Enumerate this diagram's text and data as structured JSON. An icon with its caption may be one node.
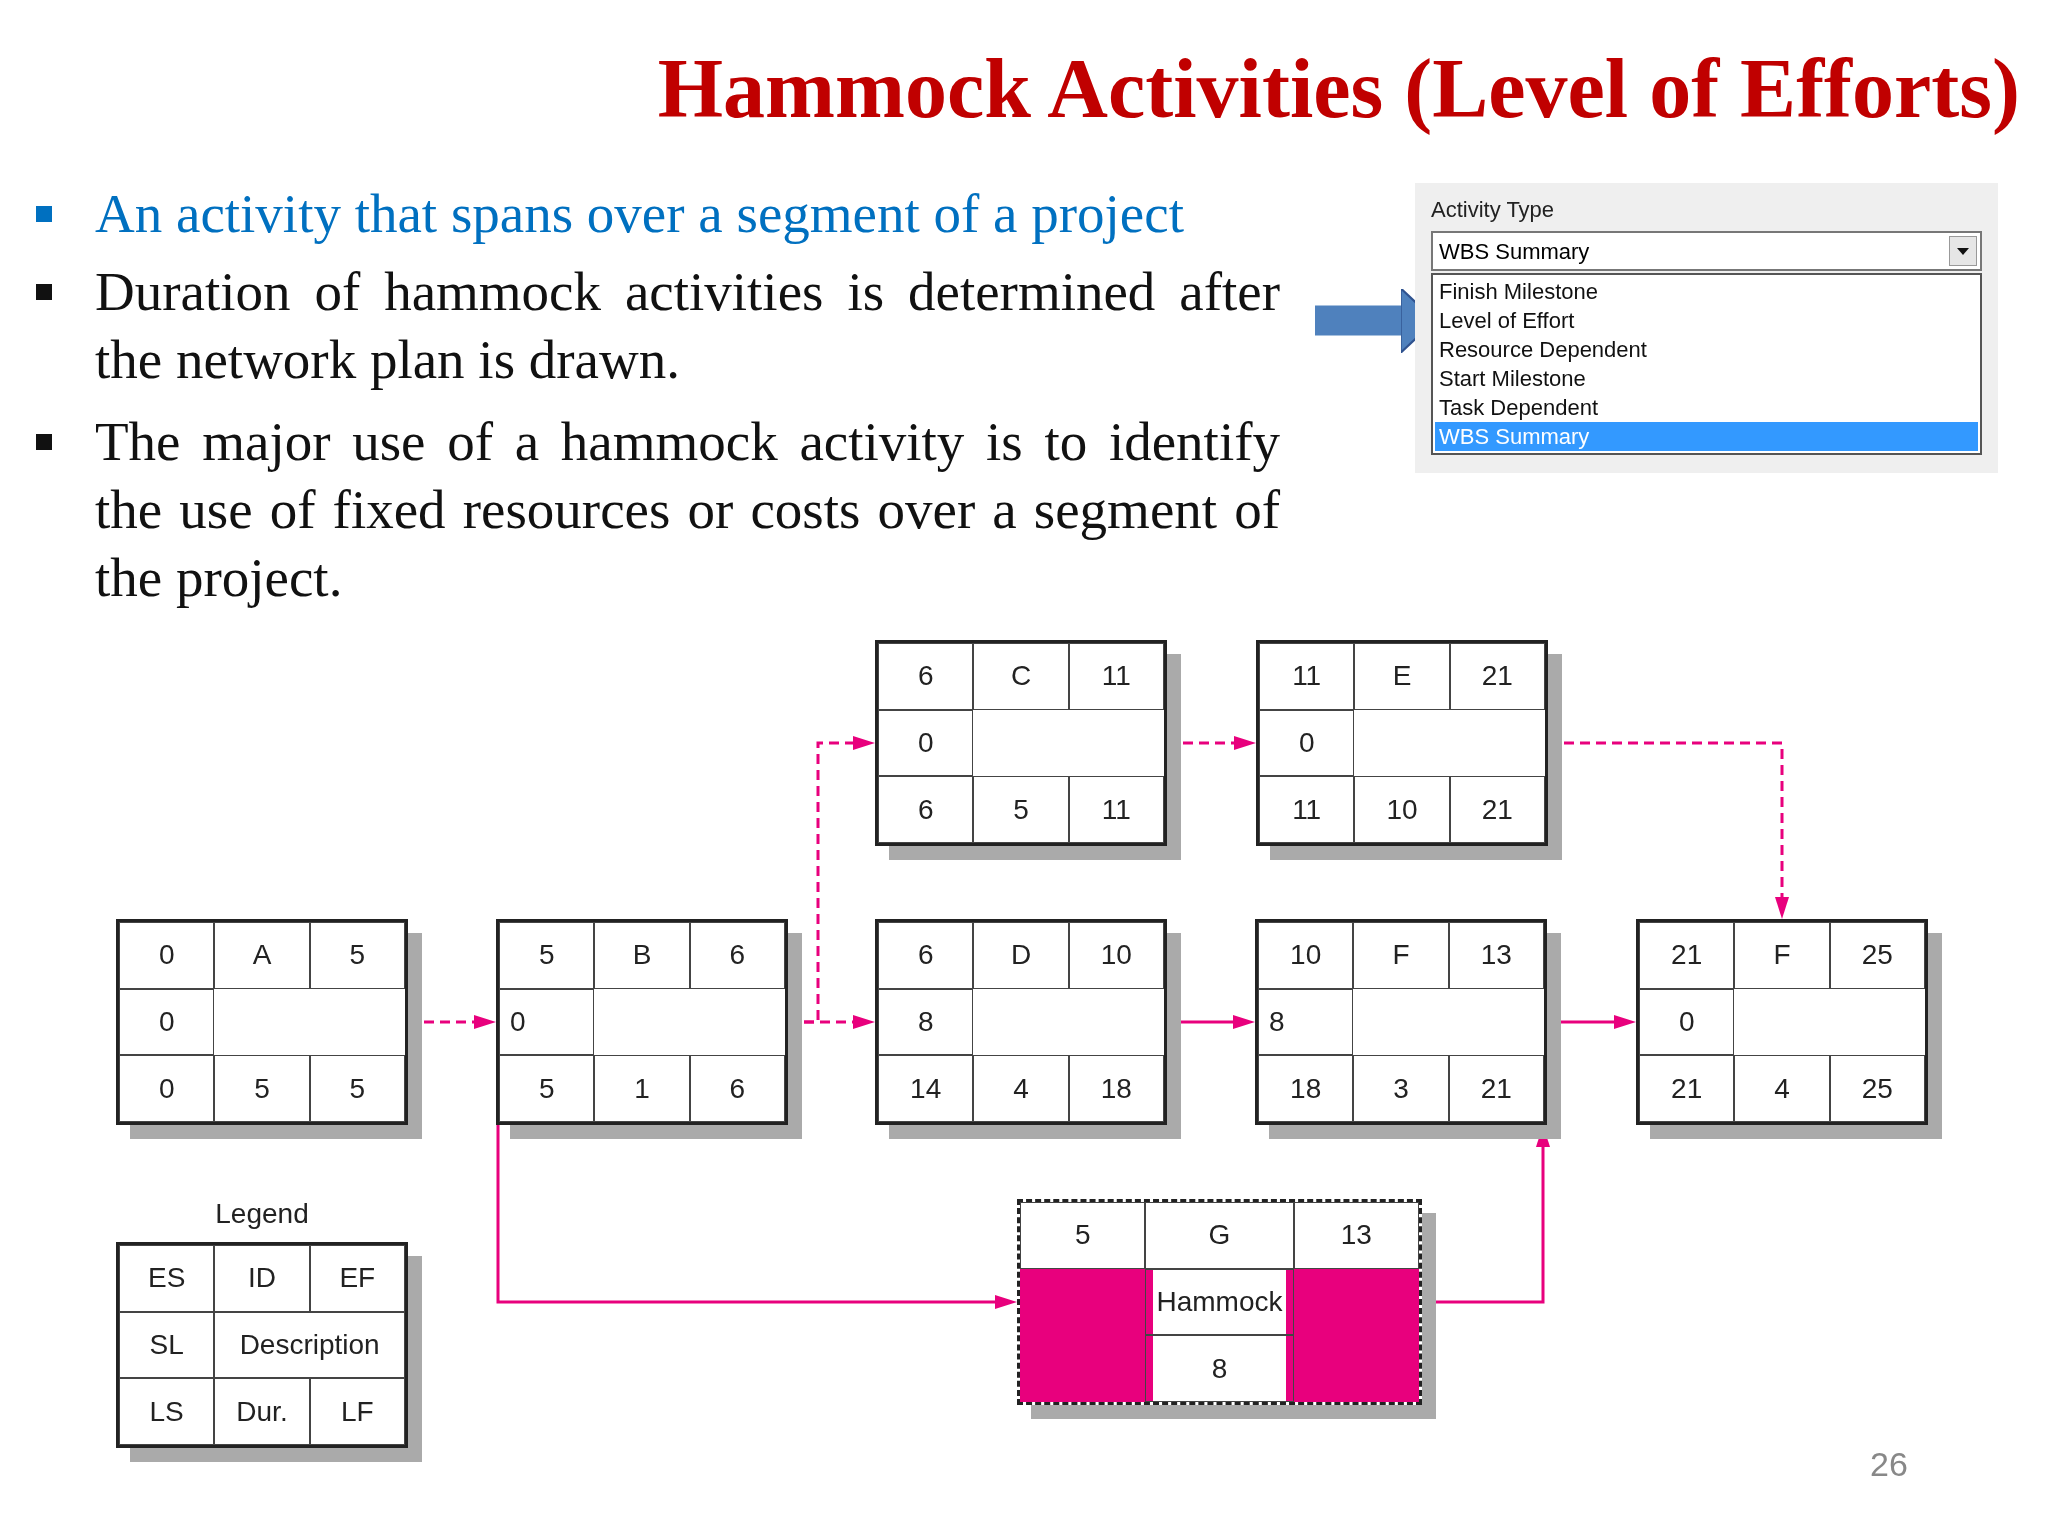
{
  "diagram": {
    "title": "Hammock Activities (Level of Efforts)",
    "nodes": [
      {
        "text": [
          "Activity Type"
        ]
      },
      {
        "text": [
          "WBS Summary"
        ],
        "in": 0
      },
      {
        "text": [],
        "shape": "box",
        "in": 0
      },
      {
        "text": [
          "Finish Milestone"
        ],
        "in": 2
      },
      {
        "text": [
          "Level of Effort"
        ],
        "in": 2
      },
      {
        "text": [
          "Resource Dependent"
        ],
        "in": 2
      },
      {
        "text": [
          "Start Milestone"
        ],
        "in": 2
      },
      {
        "text": [
          "Task Dependent"
        ],
        "in": 2
      },
      {
        "text": [
          "WBS Summary"
        ],
        "in": 2
      },
      {
        "text": [
          "6",
          "C",
          "11",
          "0",
          "6",
          "5",
          "11"
        ]
      },
      {
        "text": [
          "11",
          "E",
          "21",
          "0",
          "11",
          "10",
          "21"
        ]
      },
      {
        "text": [
          "0",
          "A",
          "5",
          "0",
          "0",
          "5",
          "5"
        ]
      },
      {
        "text": [
          "5",
          "B",
          "6",
          "0",
          "5",
          "1",
          "6"
        ]
      },
      {
        "text": [
          "6",
          "D",
          "10",
          "8",
          "14",
          "4",
          "18"
        ]
      },
      {
        "text": [
          "10",
          "F",
          "13",
          "8",
          "18",
          "3",
          "21"
        ]
      },
      {
        "text": [
          "21",
          "F",
          "25",
          "0",
          "21",
          "4",
          "25"
        ]
      },
      {
        "text": [
          "ES",
          "ID",
          "EF",
          "SL",
          "Description",
          "LS",
          "Dur.",
          "LF"
        ],
        "beside": [
          "Legend"
        ]
      },
      {
        "text": [
          "5",
          "G",
          "13",
          "Hammock",
          "8"
        ]
      }
    ],
    "edges": [
      {
        "from": null,
        "to": 4,
        "arrow": "to",
        "style": "thick",
        "color": "#4f81bd"
      },
      {
        "from": 11,
        "to": 12,
        "arrow": "to",
        "style": "dashed"
      },
      {
        "from": 12,
        "to": 9,
        "arrow": "to",
        "style": "dashed"
      },
      {
        "from": 12,
        "to": 13,
        "arrow": "to",
        "style": "dashed"
      },
      {
        "from": 9,
        "to": 10,
        "arrow": "to",
        "style": "dashed"
      },
      {
        "from": 10,
        "to": 15,
        "arrow": "to",
        "style": "dashed"
      },
      {
        "from": 13,
        "to": 14,
        "arrow": "to"
      },
      {
        "from": 14,
        "to": 15,
        "arrow": "to"
      },
      {
        "from": 12,
        "to": 17,
        "arrow": "to"
      },
      {
        "from": 17,
        "to": 14,
        "arrow": "to"
      }
    ],
    "labels": [
      "An activity that spans over a segment of a project",
      "Duration of hammock activities is determined after the network plan is drawn.",
      "The major use of a hammock activity is to identify the use of fixed resources or costs over a segment of the project.",
      "26"
    ]
  }
}
